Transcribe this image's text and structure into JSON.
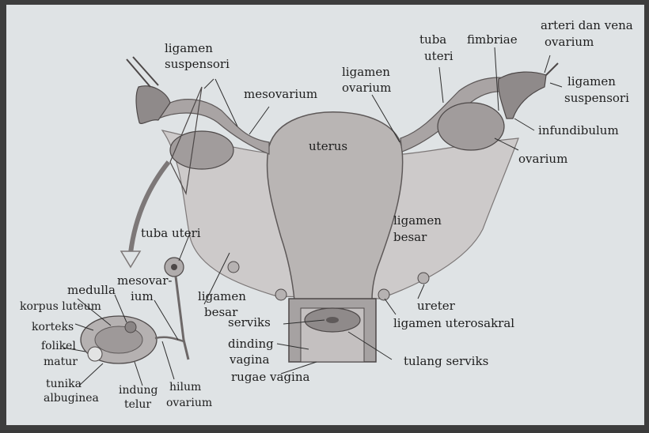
{
  "colors": {
    "paper": "#dfe3e5",
    "tissue": "#b9b5b4",
    "tissue_dark": "#8b8585",
    "ligament": "#cdcaca",
    "ink": "#1e1e1e"
  },
  "labels": {
    "arteri_dan_vena": "arteri dan vena",
    "ovarium_top": "ovarium",
    "tuba": "tuba",
    "uteri_top": "uteri",
    "fimbriae": "fimbriae",
    "ligamen_susp_left_1": "ligamen",
    "ligamen_susp_left_2": "suspensori",
    "ligamen_susp_right_1": "ligamen",
    "ligamen_susp_right_2": "suspensori",
    "mesovarium": "mesovarium",
    "ligamen_ovarium_1": "ligamen",
    "ligamen_ovarium_2": "ovarium",
    "infundibulum": "infundibulum",
    "uterus": "uterus",
    "ovarium_right": "ovarium",
    "ligamen_besar_right_1": "ligamen",
    "ligamen_besar_right_2": "besar",
    "tuba_uteri_left": "tuba uteri",
    "mesovar_1": "mesovar-",
    "mesovar_2": "ium",
    "medulla": "medulla",
    "korpus_luteum": "korpus luteum",
    "korteks": "korteks",
    "folikel": "folikel",
    "matur": "matur",
    "ligamen_besar_left_1": "ligamen",
    "ligamen_besar_left_2": "besar",
    "serviks": "serviks",
    "dinding": "dinding",
    "vagina": "vagina",
    "rugae_vagina": "rugae vagina",
    "ureter": "ureter",
    "ligamen_uterosakral": "ligamen uterosakral",
    "tulang_serviks": "tulang serviks",
    "tunika": "tunika",
    "albuginea": "albuginea",
    "indung": "indung",
    "telur": "telur",
    "hilum": "hilum",
    "ovarium_hilum": "ovarium"
  }
}
